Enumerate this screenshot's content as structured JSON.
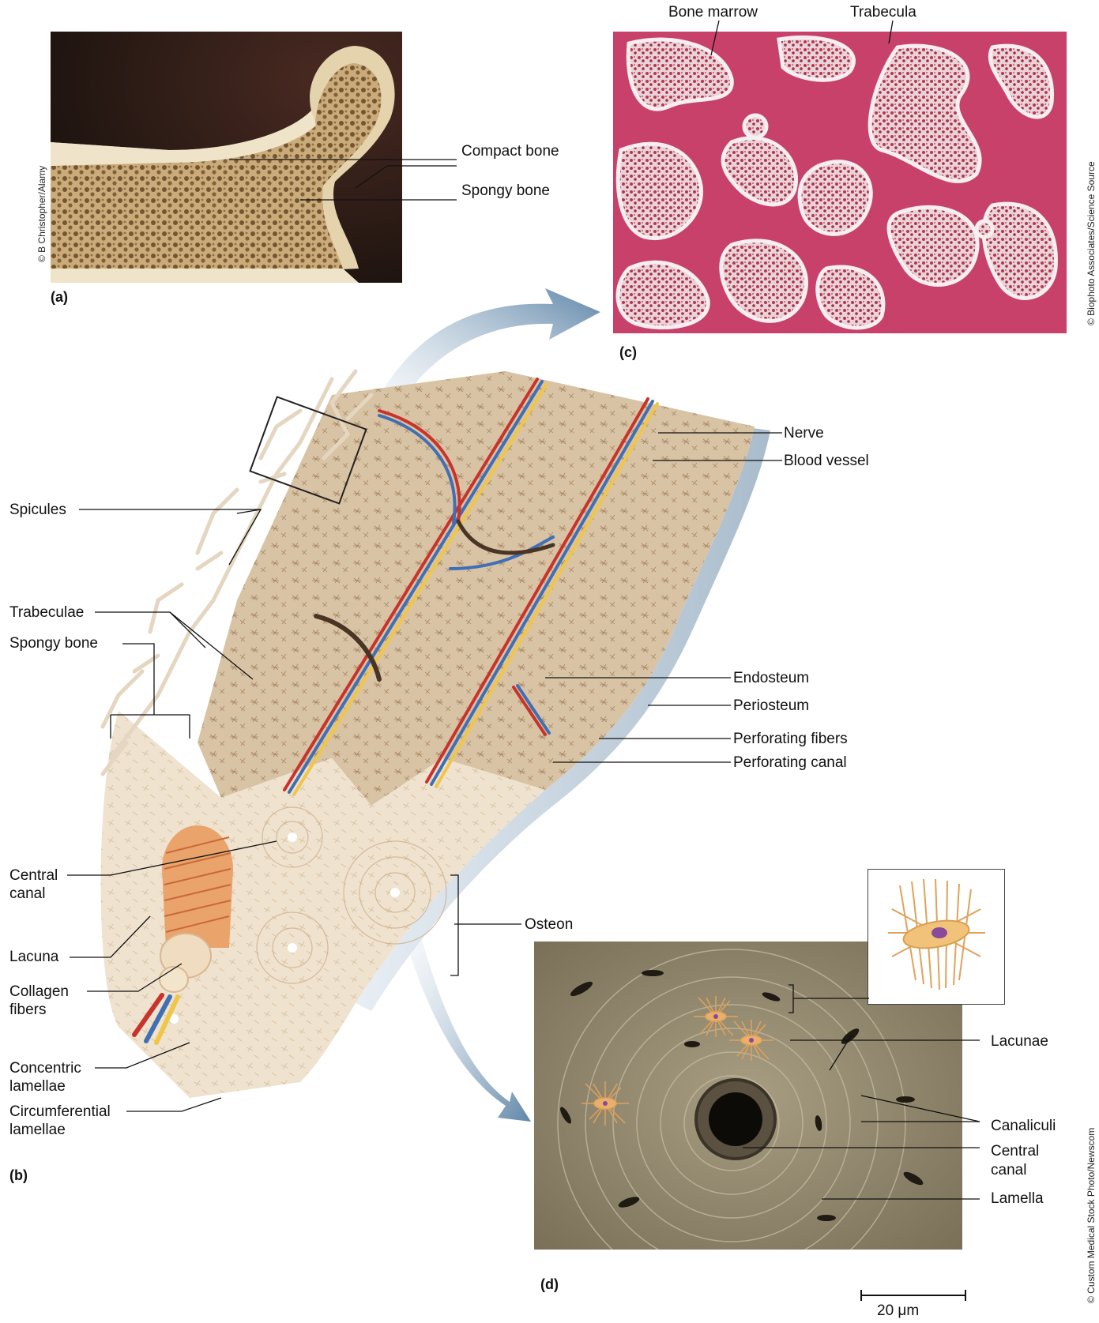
{
  "panels": {
    "a": {
      "letter": "(a)",
      "credit": "© B Christopher/Alamy",
      "labels": {
        "compact_bone": "Compact bone",
        "spongy_bone": "Spongy bone"
      }
    },
    "b": {
      "letter": "(b)",
      "labels": {
        "spicules": "Spicules",
        "trabeculae": "Trabeculae",
        "spongy_bone": "Spongy bone",
        "central_canal_1": "Central",
        "central_canal_2": "canal",
        "lacuna": "Lacuna",
        "collagen_1": "Collagen",
        "collagen_2": "fibers",
        "concentric_1": "Concentric",
        "concentric_2": "lamellae",
        "circumferential_1": "Circumferential",
        "circumferential_2": "lamellae",
        "nerve": "Nerve",
        "blood_vessel": "Blood vessel",
        "endosteum": "Endosteum",
        "periosteum": "Periosteum",
        "perforating_fibers": "Perforating fibers",
        "perforating_canal": "Perforating canal",
        "osteon": "Osteon"
      }
    },
    "c": {
      "letter": "(c)",
      "credit": "© Biophoto Associates/Science Source",
      "labels": {
        "bone_marrow": "Bone marrow",
        "trabecula": "Trabecula"
      }
    },
    "d": {
      "letter": "(d)",
      "credit": "© Custom Medical Stock Photo/Newscom",
      "labels": {
        "lacunae": "Lacunae",
        "canaliculi": "Canaliculi",
        "central_canal_1": "Central",
        "central_canal_2": "canal",
        "lamella": "Lamella"
      },
      "scale_bar": "20 μm"
    }
  },
  "colors": {
    "bone_tan": "#d9c3a5",
    "compact_cross": "#efe2cf",
    "periosteum": "#c9d6e2",
    "vessel_red": "#c8332b",
    "vessel_blue": "#3f6fb5",
    "nerve_yellow": "#f0c64a",
    "histo_pink": "#c8416a",
    "arrow_blue": "#6f94b4"
  }
}
